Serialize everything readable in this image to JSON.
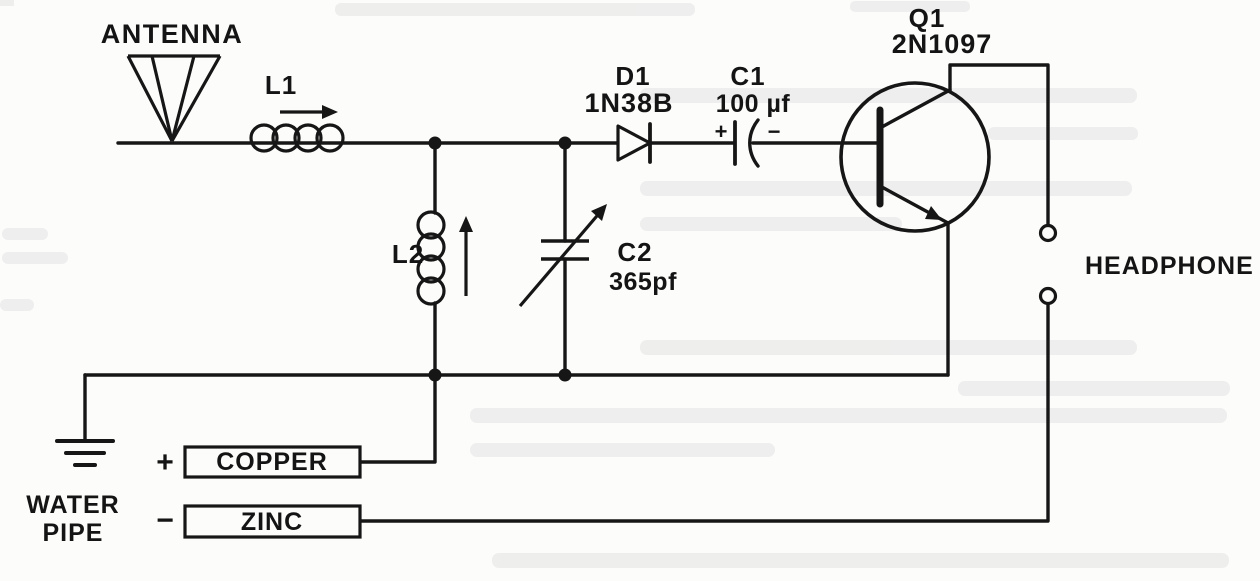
{
  "schematic": {
    "antenna": {
      "label": "ANTENNA"
    },
    "coil_l1": {
      "label": "L1"
    },
    "coil_l2": {
      "label": "L2"
    },
    "capacitor_c2": {
      "ref": "C2",
      "value": "365pf"
    },
    "diode_d1": {
      "ref": "D1",
      "part_number": "1N38B"
    },
    "capacitor_c1": {
      "ref": "C1",
      "value": "100 µf",
      "plus": "+",
      "minus": "−"
    },
    "transistor_q1": {
      "ref": "Q1",
      "part_number": "2N1097"
    },
    "headphone": {
      "label": "HEADPHONE"
    },
    "water_pipe_ground": {
      "label_line1": "WATER",
      "label_line2": "PIPE"
    },
    "electrode_copper": {
      "label": "COPPER",
      "polarity": "+"
    },
    "electrode_zinc": {
      "label": "ZINC",
      "polarity": "−"
    }
  }
}
